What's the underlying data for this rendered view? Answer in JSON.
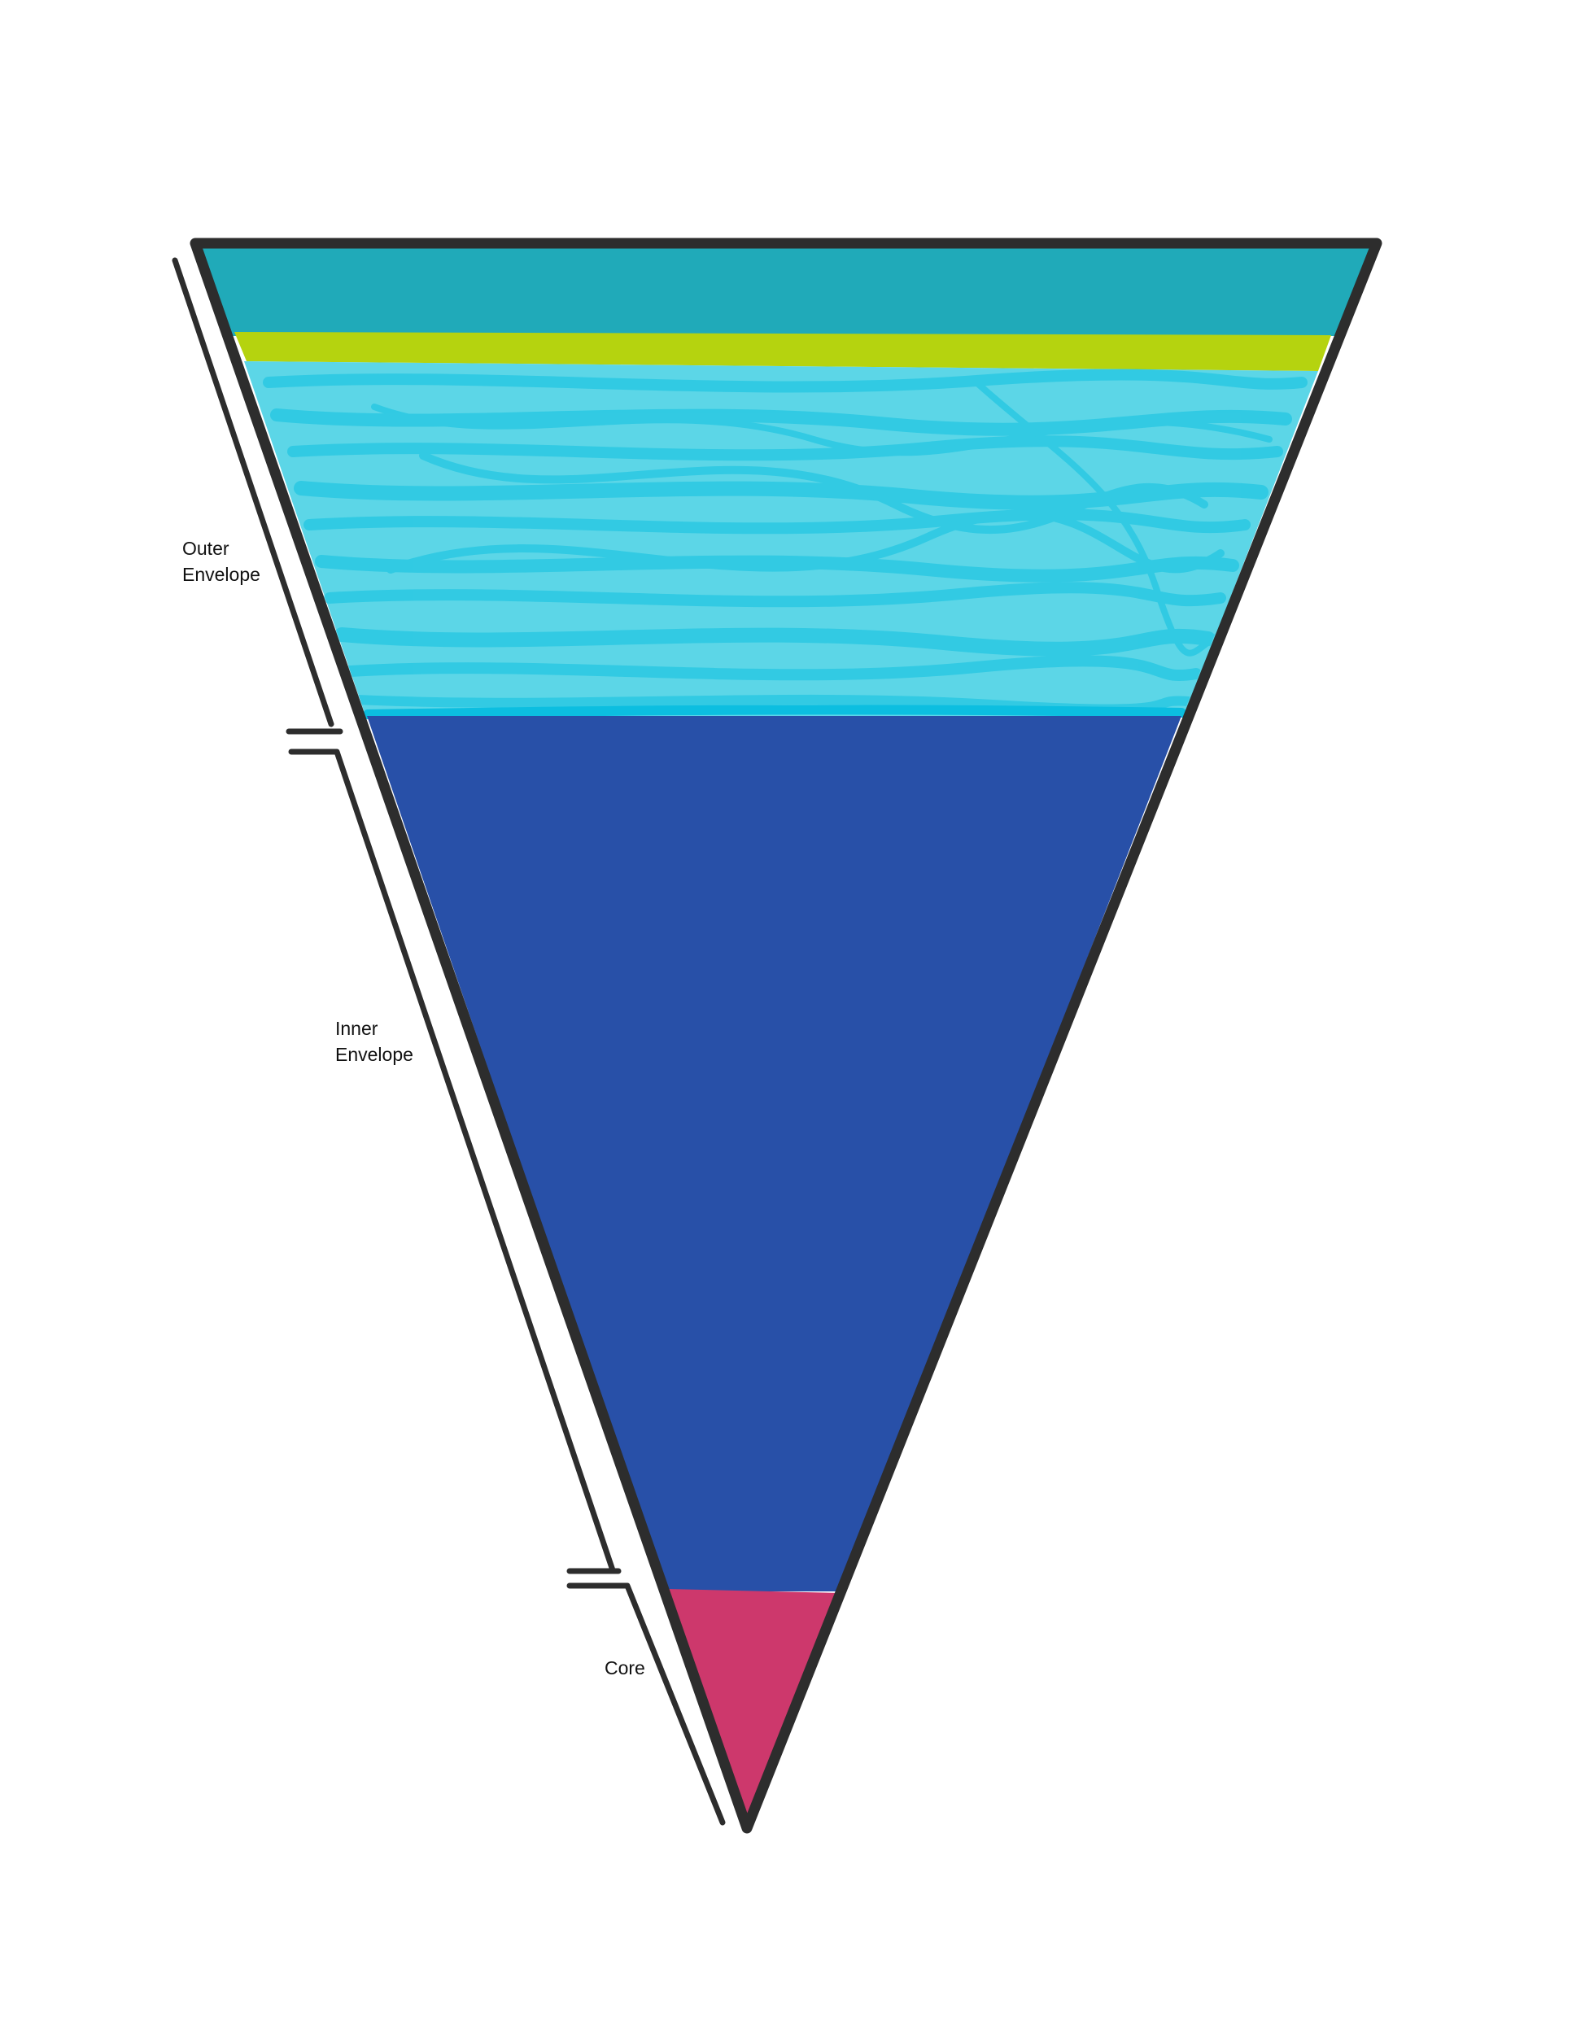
{
  "layers": [
    {
      "id": "outer-envelope",
      "label_line1": "Outer",
      "label_line2": "Envelope"
    },
    {
      "id": "inner-envelope",
      "label_line1": "Inner",
      "label_line2": "Envelope"
    },
    {
      "id": "core",
      "label": "Core"
    }
  ],
  "colors": {
    "top_band": "#20aab9",
    "thin_band": "#b5d30f",
    "outer_envelope": "#5cd6e7",
    "outer_envelope_strokes": "#10c1e0",
    "inner_envelope": "#2850a8",
    "core": "#cd386c",
    "outline": "#2d2d2d"
  }
}
